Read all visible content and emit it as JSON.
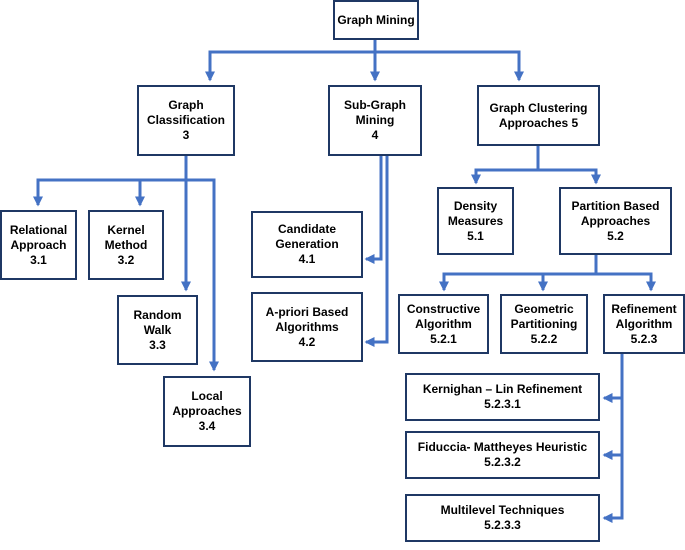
{
  "diagram": {
    "colors": {
      "box_border": "#1f3864",
      "connector": "#4472c4",
      "text": "#000000"
    },
    "nodes": {
      "graph_mining": {
        "title": "Graph Mining",
        "number": ""
      },
      "graph_classification": {
        "title_line1": "Graph",
        "title_line2": "Classification",
        "number": "3"
      },
      "subgraph_mining": {
        "title_line1": "Sub-Graph",
        "title_line2": "Mining",
        "number": "4"
      },
      "graph_clustering": {
        "title_line1": "Graph Clustering",
        "title_line2": "Approaches 5"
      },
      "relational_approach": {
        "title_line1": "Relational",
        "title_line2": "Approach",
        "number": "3.1"
      },
      "kernel_method": {
        "title_line1": "Kernel",
        "title_line2": "Method",
        "number": "3.2"
      },
      "random_walk": {
        "title_line1": "Random",
        "title_line2": "Walk",
        "number": "3.3"
      },
      "local_approaches": {
        "title_line1": "Local",
        "title_line2": "Approaches",
        "number": "3.4"
      },
      "candidate_generation": {
        "title_line1": "Candidate",
        "title_line2": "Generation",
        "number": "4.1"
      },
      "apriori_algorithms": {
        "title_line1": "A-priori Based",
        "title_line2": "Algorithms",
        "number": "4.2"
      },
      "density_measures": {
        "title_line1": "Density",
        "title_line2": "Measures",
        "number": "5.1"
      },
      "partition_based": {
        "title_line1": "Partition Based",
        "title_line2": "Approaches",
        "number": "5.2"
      },
      "constructive_algorithm": {
        "title_line1": "Constructive",
        "title_line2": "Algorithm",
        "number": "5.2.1"
      },
      "geometric_partitioning": {
        "title_line1": "Geometric",
        "title_line2": "Partitioning",
        "number": "5.2.2"
      },
      "refinement_algorithm": {
        "title_line1": "Refinement",
        "title_line2": "Algorithm",
        "number": "5.2.3"
      },
      "kernighan_lin": {
        "title": "Kernighan – Lin Refinement",
        "number": "5.2.3.1"
      },
      "fiduccia_mattheyes": {
        "title": "Fiduccia- Mattheyes Heuristic",
        "number": "5.2.3.2"
      },
      "multilevel_techniques": {
        "title": "Multilevel Techniques",
        "number": "5.2.3.3"
      }
    }
  }
}
